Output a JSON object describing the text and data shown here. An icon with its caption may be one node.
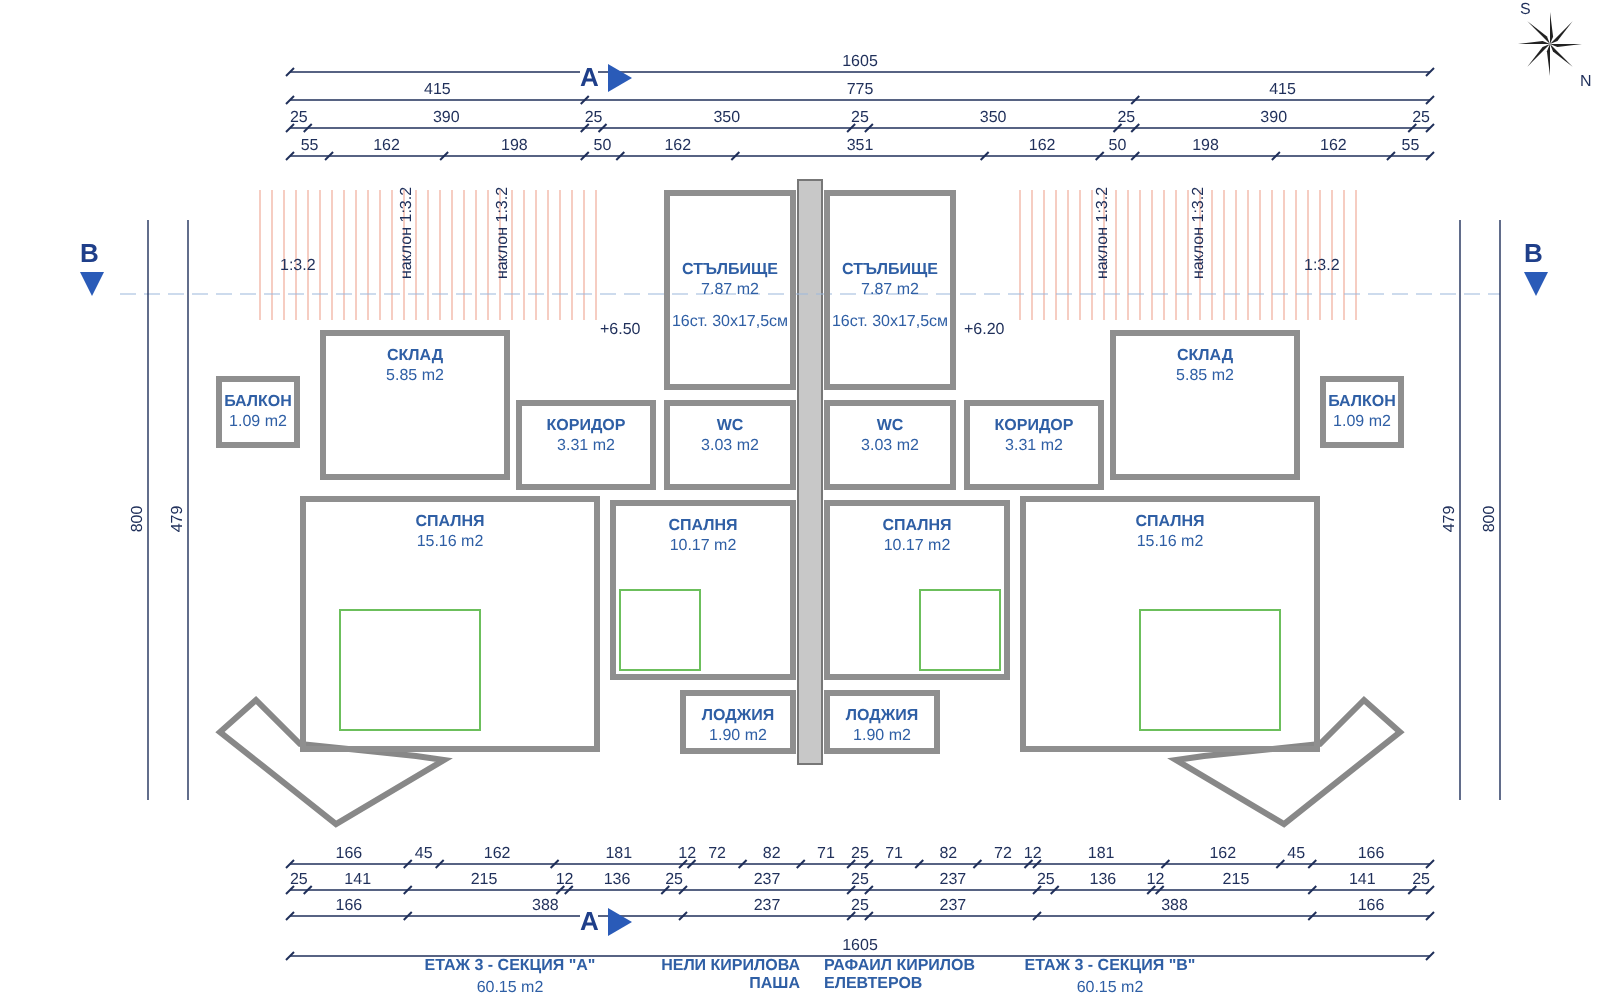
{
  "diagram": {
    "nodes": [
      {
        "text": [
          "БАЛКОН",
          "1.09 m2"
        ]
      },
      {
        "text": [
          "СКЛАД",
          "5.85 m2"
        ]
      },
      {
        "text": [
          "КОРИДОР",
          "3.31 m2"
        ]
      },
      {
        "text": [
          "СТЪЛБИЩЕ",
          "7.87 m2",
          "16ст. 30x17,5см"
        ]
      },
      {
        "text": [
          "WC",
          "3.03 m2"
        ]
      },
      {
        "text": [
          "СПАЛНЯ",
          "15.16 m2"
        ]
      },
      {
        "text": [
          "СПАЛНЯ",
          "10.17 m2"
        ]
      },
      {
        "text": [
          "ЛОДЖИЯ",
          "1.90 m2"
        ]
      },
      {
        "text": [
          "БАЛКОН",
          "1.09 m2"
        ]
      },
      {
        "text": [
          "СКЛАД",
          "5.85 m2"
        ]
      },
      {
        "text": [
          "КОРИДОР",
          "3.31 m2"
        ]
      },
      {
        "text": [
          "СТЪЛБИЩЕ",
          "7.87 m2",
          "16ст. 30x17,5см"
        ]
      },
      {
        "text": [
          "WC",
          "3.03 m2"
        ]
      },
      {
        "text": [
          "СПАЛНЯ",
          "15.16 m2"
        ]
      },
      {
        "text": [
          "СПАЛНЯ",
          "10.17 m2"
        ]
      },
      {
        "text": [
          "ЛОДЖИЯ",
          "1.90 m2"
        ]
      }
    ],
    "labels": [
      "1605",
      "415",
      "775",
      "415",
      "25",
      "390",
      "25",
      "350",
      "25",
      "350",
      "25",
      "390",
      "25",
      "55",
      "162",
      "198",
      "50",
      "162",
      "351",
      "162",
      "50",
      "198",
      "162",
      "55",
      "A",
      "B",
      "B",
      "1:3.2",
      "1:3.2",
      "наклон 1:3.2",
      "наклон 1:3.2",
      "наклон 1:3.2",
      "наклон 1:3.2",
      "+6.50",
      "+6.20",
      "166",
      "45",
      "162",
      "181",
      "12",
      "72",
      "82",
      "71",
      "25",
      "71",
      "82",
      "72",
      "12",
      "181",
      "162",
      "45",
      "166",
      "25",
      "141",
      "215",
      "12",
      "136",
      "25",
      "237",
      "25",
      "237",
      "25",
      "136",
      "12",
      "215",
      "141",
      "25",
      "166",
      "388",
      "237",
      "25",
      "237",
      "388",
      "166",
      "1605",
      "A",
      "ЕТАЖ 3 - СЕКЦИЯ \"А\"",
      "60.15 m2",
      "НЕЛИ КИРИЛОВА ПАША",
      "РАФАИЛ КИРИЛОВ ЕЛЕВТЕРОВ",
      "ЕТАЖ 3 - СЕКЦИЯ \"В\"",
      "60.15 m2",
      "800",
      "479",
      "479",
      "800",
      "S",
      "N"
    ]
  }
}
